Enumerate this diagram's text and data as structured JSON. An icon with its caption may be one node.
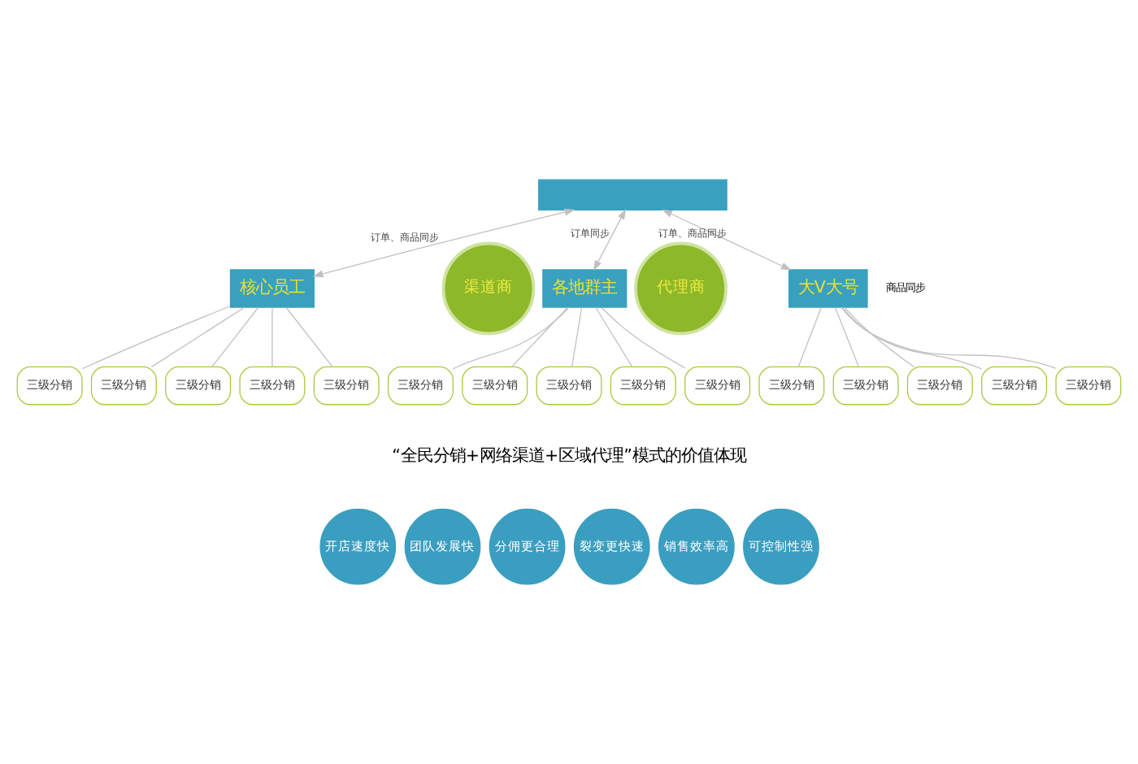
{
  "diagram": {
    "nodes": [
      {
        "text": [],
        "shape": "box"
      },
      {
        "text": [
          "核心员工"
        ]
      },
      {
        "text": [
          "渠道商"
        ]
      },
      {
        "text": [
          "各地群主"
        ]
      },
      {
        "text": [
          "代理商"
        ]
      },
      {
        "text": [
          "大V大号"
        ]
      },
      {
        "text": [
          "三级分销"
        ]
      },
      {
        "text": [
          "三级分销"
        ]
      },
      {
        "text": [
          "三级分销"
        ]
      },
      {
        "text": [
          "三级分销"
        ]
      },
      {
        "text": [
          "三级分销"
        ]
      },
      {
        "text": [
          "三级分销"
        ]
      },
      {
        "text": [
          "三级分销"
        ]
      },
      {
        "text": [
          "三级分销"
        ]
      },
      {
        "text": [
          "三级分销"
        ]
      },
      {
        "text": [
          "三级分销"
        ]
      },
      {
        "text": [
          "三级分销"
        ]
      },
      {
        "text": [
          "三级分销"
        ]
      },
      {
        "text": [
          "三级分销"
        ]
      },
      {
        "text": [
          "三级分销"
        ]
      },
      {
        "text": [
          "三级分销"
        ]
      },
      {
        "text": [
          "开店速度快"
        ]
      },
      {
        "text": [
          "团队发展快"
        ]
      },
      {
        "text": [
          "分佣更合理"
        ]
      },
      {
        "text": [
          "裂变更快速"
        ]
      },
      {
        "text": [
          "销售效率高"
        ]
      },
      {
        "text": [
          "可控制性强"
        ]
      }
    ],
    "edges": [
      {
        "from": 0,
        "to": 1,
        "arrow": "both",
        "label": "订单、商品同步"
      },
      {
        "from": 0,
        "to": 3,
        "arrow": "both",
        "label": "订单同步"
      },
      {
        "from": 0,
        "to": 5,
        "arrow": "both",
        "label": "订单、商品同步"
      },
      {
        "from": 1,
        "to": 6,
        "arrow": "none"
      },
      {
        "from": 1,
        "to": 7,
        "arrow": "none"
      },
      {
        "from": 1,
        "to": 8,
        "arrow": "none"
      },
      {
        "from": 1,
        "to": 9,
        "arrow": "none"
      },
      {
        "from": 1,
        "to": 10,
        "arrow": "none"
      },
      {
        "from": 3,
        "to": 11,
        "arrow": "none"
      },
      {
        "from": 3,
        "to": 12,
        "arrow": "none"
      },
      {
        "from": 3,
        "to": 13,
        "arrow": "none"
      },
      {
        "from": 3,
        "to": 14,
        "arrow": "none"
      },
      {
        "from": 3,
        "to": 15,
        "arrow": "none"
      },
      {
        "from": 5,
        "to": 16,
        "arrow": "none"
      },
      {
        "from": 5,
        "to": 17,
        "arrow": "none"
      },
      {
        "from": 5,
        "to": 18,
        "arrow": "none"
      },
      {
        "from": 5,
        "to": 19,
        "arrow": "none"
      },
      {
        "from": 5,
        "to": 20,
        "arrow": "none"
      }
    ],
    "labels": [
      "商品同步",
      "“全民分销+网络渠道+区域代理”模式的价值体现"
    ]
  }
}
